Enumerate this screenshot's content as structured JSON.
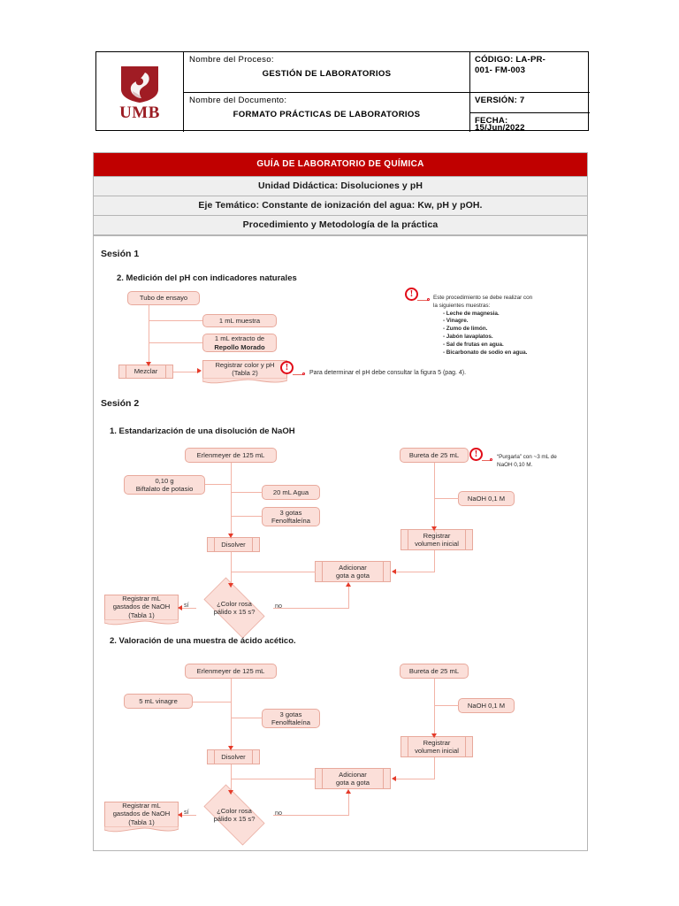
{
  "header": {
    "logo_alt": "UMB",
    "logo_word": "UMB",
    "proceso_label": "Nombre del Proceso:",
    "proceso_value": "GESTIÓN DE LABORATORIOS",
    "documento_label": "Nombre del Documento:",
    "documento_value": "FORMATO PRÁCTICAS DE LABORATORIOS",
    "codigo_line1": "CÓDIGO: LA-PR-",
    "codigo_line2": "001- FM-003",
    "version": "VERSIÓN: 7",
    "fecha_label": "FECHA:",
    "fecha_value": "15/Jun/2022"
  },
  "banner": {
    "title": "GUÍA DE LABORATORIO DE QUÍMICA",
    "unidad": "Unidad Didáctica: Disoluciones y pH",
    "eje": "Eje Temático: Constante de ionización del agua: Kw, pH y pOH.",
    "procedimiento": "Procedimiento y Metodología de la práctica"
  },
  "colors": {
    "banner_red": "#c00000",
    "node_fill": "#fbdfd9",
    "node_border": "#e8a99c",
    "connector": "#f2b3a6",
    "arrow": "#e53b2a",
    "warning": "#e10c18",
    "brand_red": "#9b1c23"
  },
  "sesion1": {
    "heading": "Sesión 1",
    "subtitle": "2. Medición del pH con indicadores naturales",
    "nodes": {
      "tubo": "Tubo de ensayo",
      "muestra": "1 mL muestra",
      "extracto_l1": "1 mL extracto de",
      "extracto_l2": "Repollo Morado",
      "mezclar": "Mezclar",
      "registrar_l1": "Registrar color y pH",
      "registrar_l2": "(Tabla 2)"
    },
    "note": {
      "line1": "Este procedimiento se debe realizar con",
      "line2": "la siguientes muestras:",
      "items": [
        "- Leche de magnesia.",
        "- Vinagre.",
        "- Zumo de limón.",
        "- Jabón lavaplatos.",
        "- Sal de frutas en agua.",
        "- Bicarbonato de sodio en agua."
      ]
    },
    "footnote": "Para determinar el pH debe consultar la figura 5 (pag. 4)."
  },
  "sesion2": {
    "heading": "Sesión 2",
    "part1": {
      "subtitle": "1. Estandarización de una disolución de NaOH",
      "nodes": {
        "erlenmeyer": "Erlenmeyer de 125 mL",
        "biftalato_l1": "0,10 g",
        "biftalato_l2": "Biftalato de potasio",
        "agua": "20 mL Agua",
        "gotas_l1": "3 gotas",
        "gotas_l2": "Fenolftaleína",
        "disolver": "Disolver",
        "bureta": "Bureta de 25 mL",
        "naoh": "NaOH 0,1 M",
        "registrar_vol_l1": "Registrar",
        "registrar_vol_l2": "volumen inicial",
        "adicionar_l1": "Adicionar",
        "adicionar_l2": "gota a gota",
        "decision_l1": "¿Color rosa",
        "decision_l2": "pálido x 15 s?",
        "registrar_ml_l1": "Registrar mL",
        "registrar_ml_l2": "gastados de NaOH",
        "registrar_ml_l3": "(Tabla 1)"
      },
      "edge_si": "sí",
      "edge_no": "no",
      "note": {
        "line1": "“Purgarla” con ~3 mL de",
        "line2": "NaOH 0,10 M."
      }
    },
    "part2": {
      "subtitle": "2. Valoración de una muestra de ácido acético.",
      "nodes": {
        "erlenmeyer": "Erlenmeyer de 125 mL",
        "vinagre": "5 mL vinagre",
        "gotas_l1": "3 gotas",
        "gotas_l2": "Fenolftaleína",
        "disolver": "Disolver",
        "bureta": "Bureta de 25 mL",
        "naoh": "NaOH 0,1 M",
        "registrar_vol_l1": "Registrar",
        "registrar_vol_l2": "volumen inicial",
        "adicionar_l1": "Adicionar",
        "adicionar_l2": "gota a gota",
        "decision_l1": "¿Color rosa",
        "decision_l2": "pálido x 15 s?",
        "registrar_ml_l1": "Registrar mL",
        "registrar_ml_l2": "gastados de NaOH",
        "registrar_ml_l3": "(Tabla 1)"
      },
      "edge_si": "sí",
      "edge_no": "no"
    }
  }
}
